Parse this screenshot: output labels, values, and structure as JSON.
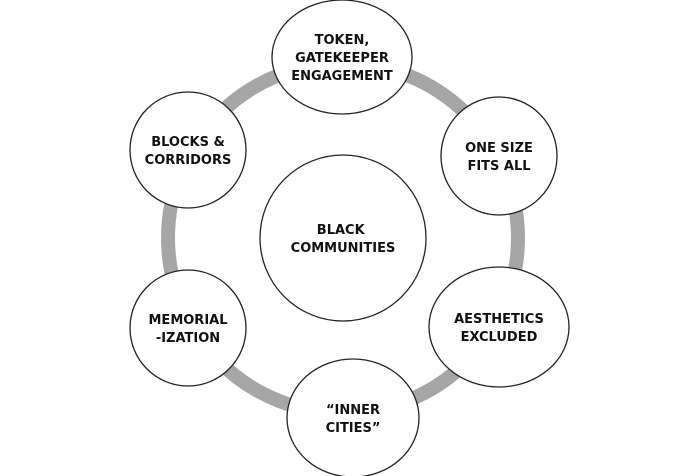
{
  "diagram": {
    "type": "hub-and-ring",
    "colors": {
      "ring": "#a6a6a6",
      "node_fill": "#ffffff",
      "node_stroke": "#222222",
      "text": "#111111",
      "background": "#ffffff"
    },
    "center": {
      "label_lines": [
        "BLACK",
        "COMMUNITIES"
      ]
    },
    "nodes": [
      {
        "id": "token",
        "label_lines": [
          "TOKEN,",
          "GATEKEEPER",
          "ENGAGEMENT"
        ]
      },
      {
        "id": "one-size",
        "label_lines": [
          "ONE SIZE",
          "FITS ALL"
        ]
      },
      {
        "id": "aesthetics",
        "label_lines": [
          "AESTHETICS",
          "EXCLUDED"
        ]
      },
      {
        "id": "inner-cities",
        "label_lines": [
          "“INNER",
          "CITIES”"
        ]
      },
      {
        "id": "memorialization",
        "label_lines": [
          "MEMORIAL",
          "-IZATION"
        ]
      },
      {
        "id": "blocks",
        "label_lines": [
          "BLOCKS &",
          "CORRIDORS"
        ]
      }
    ]
  }
}
